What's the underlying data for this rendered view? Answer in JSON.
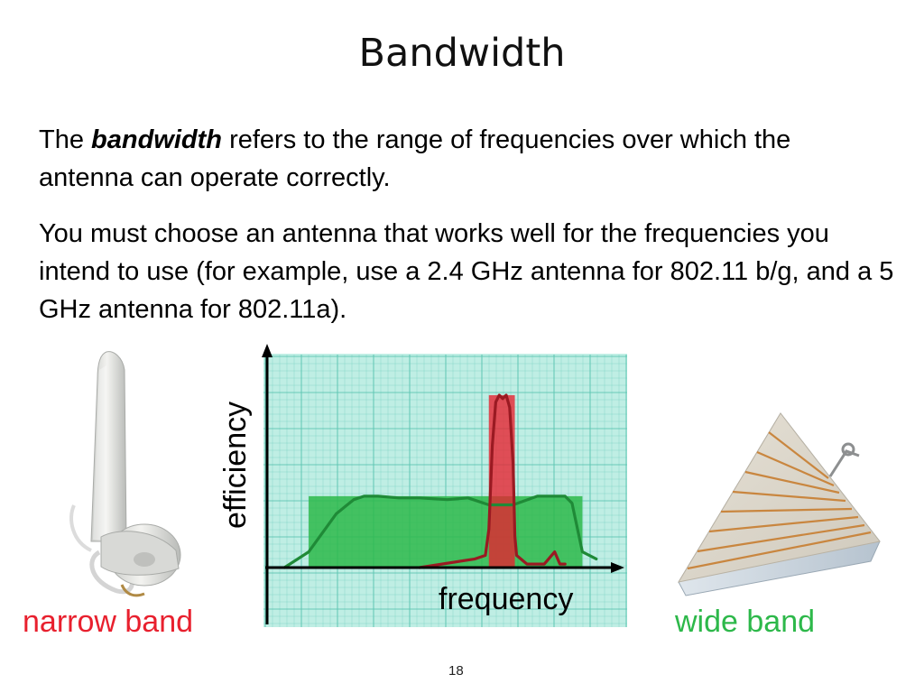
{
  "slide": {
    "title": "Bandwidth",
    "paragraph_1": {
      "before": "The ",
      "emphasis": "bandwidth",
      "after": " refers to the range of frequencies over which the antenna can operate correctly."
    },
    "paragraph_2": "You must choose an antenna that works well for the frequencies you intend to use (for example, use a 2.4 GHz antenna for 802.11 b/g, and a 5 GHz antenna for 802.11a).",
    "caption_narrow": "narrow band",
    "caption_wide": "wide band",
    "page_number": "18"
  },
  "colors": {
    "narrow": "#e8202e",
    "wide": "#2db84a",
    "grid_bg": "#bfeee4",
    "grid_line": "#5fc6b3"
  },
  "chart_data": {
    "type": "line",
    "xlabel": "frequency",
    "ylabel": "efficiency",
    "xlim": [
      0,
      100
    ],
    "ylim": [
      0,
      100
    ],
    "bands": [
      {
        "key": "wide",
        "x": [
          12,
          91
        ],
        "y_top": 41
      },
      {
        "key": "narrow",
        "x": [
          64,
          71.5
        ],
        "y_top": 99
      }
    ],
    "series": [
      {
        "key": "wide",
        "x": [
          5,
          12,
          16,
          20,
          25,
          28,
          32,
          38,
          44,
          52,
          58,
          64,
          71,
          78,
          83,
          86,
          88,
          91,
          95
        ],
        "y": [
          0,
          9,
          20,
          31,
          39,
          41,
          41,
          40,
          40,
          39,
          40,
          36,
          36,
          41,
          41,
          41,
          37,
          9,
          5
        ]
      },
      {
        "key": "narrow",
        "x": [
          44,
          60,
          63,
          64,
          65,
          66,
          67,
          68,
          69,
          70,
          71,
          71.5,
          72,
          75,
          80,
          83,
          84.5,
          86
        ],
        "y": [
          0,
          5,
          7,
          22,
          70,
          95,
          99,
          97,
          99,
          92,
          60,
          18,
          7,
          2,
          2,
          9,
          2,
          2
        ]
      }
    ]
  }
}
